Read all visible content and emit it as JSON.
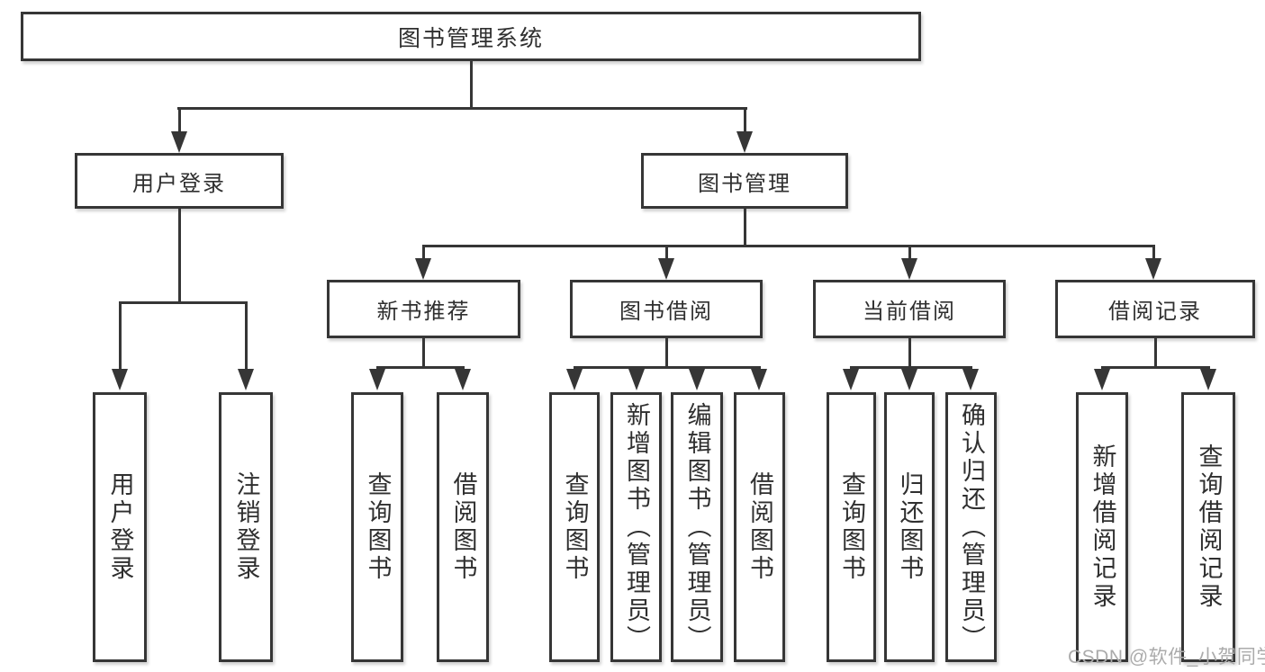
{
  "diagram_title": "图书管理系统",
  "nodes": {
    "root": "图书管理系统",
    "level2": [
      "用户登录",
      "图书管理"
    ],
    "level3": [
      "新书推荐",
      "图书借阅",
      "当前借阅",
      "借阅记录"
    ],
    "leaves": {
      "login": [
        "用户登录",
        "注销登录"
      ],
      "recommend": [
        "查询图书",
        "借阅图书"
      ],
      "borrow": [
        "查询图书",
        "新增图书（管理员）",
        "编辑图书（管理员）",
        "借阅图书"
      ],
      "current": [
        "查询图书",
        "归还图书",
        "确认归还（管理员）"
      ],
      "records": [
        "新增借阅记录",
        "查询借阅记录"
      ]
    }
  },
  "hierarchy": {
    "图书管理系统": [
      "用户登录",
      "图书管理"
    ],
    "用户登录": [
      "用户登录",
      "注销登录"
    ],
    "图书管理": [
      "新书推荐",
      "图书借阅",
      "当前借阅",
      "借阅记录"
    ],
    "新书推荐": [
      "查询图书",
      "借阅图书"
    ],
    "图书借阅": [
      "查询图书",
      "新增图书（管理员）",
      "编辑图书（管理员）",
      "借阅图书"
    ],
    "当前借阅": [
      "查询图书",
      "归还图书",
      "确认归还（管理员）"
    ],
    "借阅记录": [
      "新增借阅记录",
      "查询借阅记录"
    ]
  },
  "watermark": "CSDN @软件_小贺同学",
  "colors": {
    "line": "#363636",
    "box_border": "#363636",
    "text": "#2f2f2f",
    "watermark": "#ababab",
    "background": "#ffffff"
  }
}
